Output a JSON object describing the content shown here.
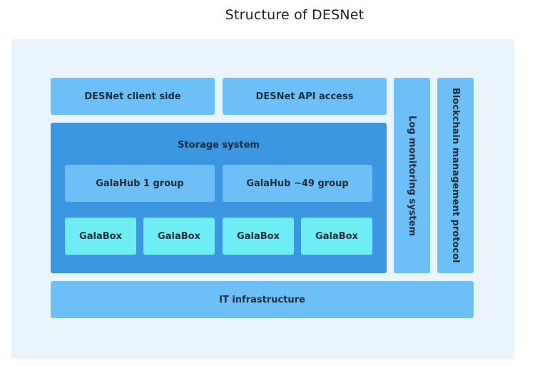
{
  "title": "Structure of DESNet",
  "diagram": {
    "top_row": {
      "client_side": "DESNet client side",
      "api_access": "DESNet API access"
    },
    "storage": {
      "label": "Storage system",
      "hubs": [
        "GalaHub 1 group",
        "GalaHub ~49 group"
      ],
      "boxes": [
        "GalaBox",
        "GalaBox",
        "GalaBox",
        "GalaBox"
      ]
    },
    "side_columns": {
      "log_monitoring": "Log monitoring system",
      "blockchain": "Blockchain management protocol"
    },
    "infrastructure": "IT infrastructure"
  },
  "colors": {
    "panel_bg": "#eaf4fc",
    "light_box": "#6dc0f7",
    "storage_box": "#3c97e3",
    "galabox": "#6deef5"
  }
}
